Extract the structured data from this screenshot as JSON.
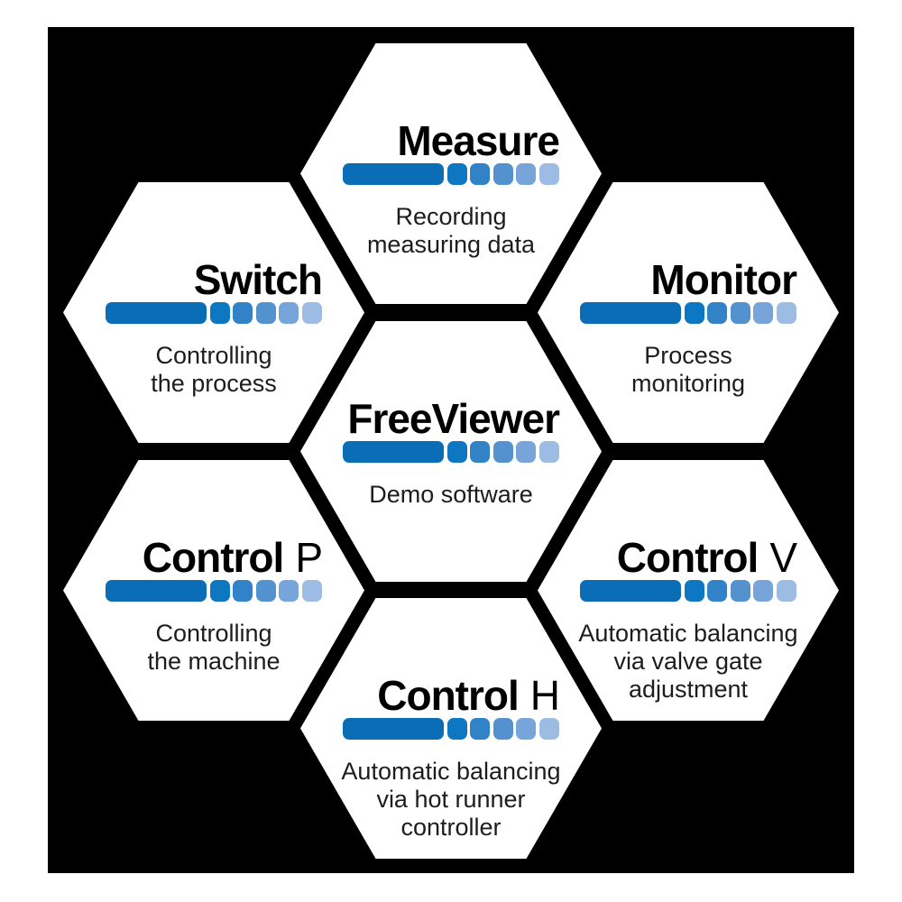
{
  "colors": {
    "panel_background": "#000000",
    "hexagon_fill": "#ffffff",
    "title_color": "#000000",
    "subtitle_color": "#1d1d1d"
  },
  "logo_bar": {
    "main_color": "#0a6db6",
    "step_colors": [
      "#0d78c1",
      "#3182c7",
      "#5392cf",
      "#78a5d9",
      "#9cbce4"
    ]
  },
  "hexagons": [
    {
      "id": "measure",
      "title": "Measure",
      "title_suffix": "",
      "subtitle": "Recording\nmeasuring data"
    },
    {
      "id": "switch",
      "title": "Switch",
      "title_suffix": "",
      "subtitle": "Controlling\nthe process"
    },
    {
      "id": "monitor",
      "title": "Monitor",
      "title_suffix": "",
      "subtitle": "Process\nmonitoring"
    },
    {
      "id": "freeviewer",
      "title": "FreeViewer",
      "title_suffix": "",
      "subtitle": "Demo software"
    },
    {
      "id": "control-p",
      "title": "Control",
      "title_suffix": "P",
      "subtitle": "Controlling\nthe machine"
    },
    {
      "id": "control-v",
      "title": "Control",
      "title_suffix": "V",
      "subtitle": "Automatic balancing\nvia valve gate\nadjustment"
    },
    {
      "id": "control-h",
      "title": "Control",
      "title_suffix": "H",
      "subtitle": "Automatic balancing\nvia hot runner\ncontroller"
    }
  ]
}
